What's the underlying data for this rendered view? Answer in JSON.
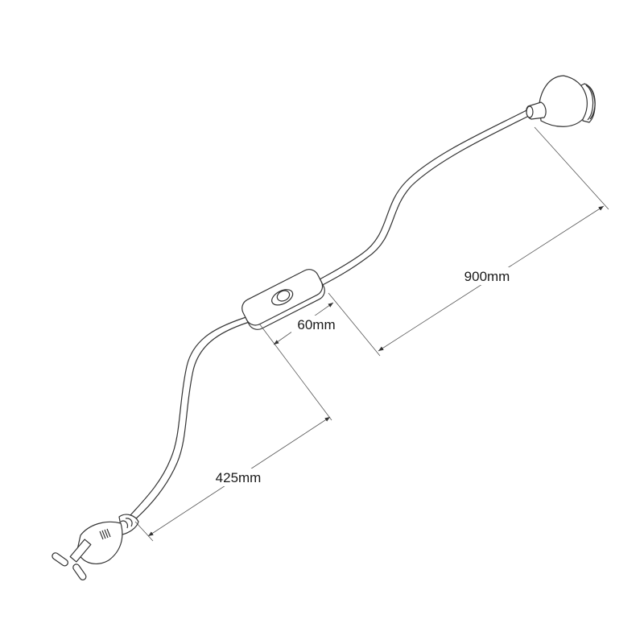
{
  "dimensions": {
    "holder_to_switch": "900mm",
    "switch_length": "60mm",
    "plug_to_switch": "425mm"
  },
  "colors": {
    "line": "#333333",
    "dimension": "#555555",
    "background": "#ffffff"
  }
}
